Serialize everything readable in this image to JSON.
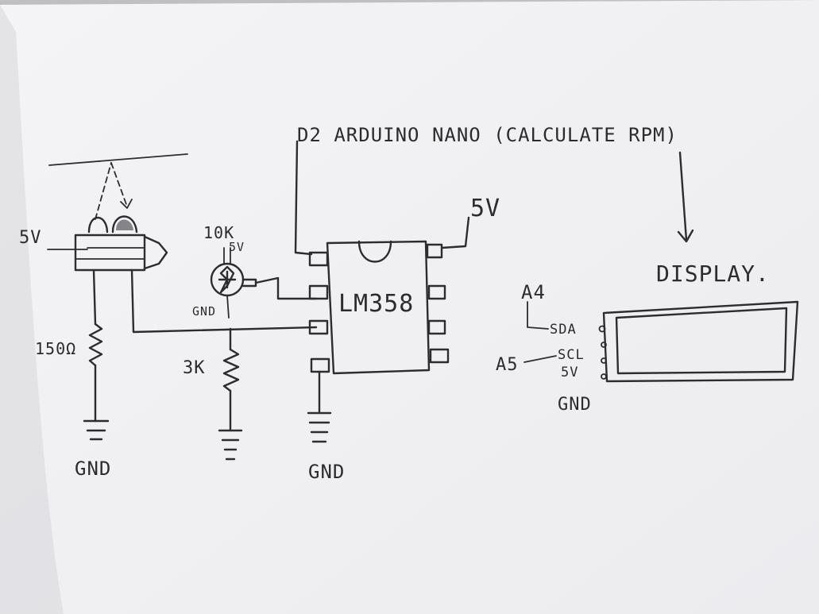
{
  "labels": {
    "arduino_note": "D2 ARDUINO NANO (CALCULATE RPM)",
    "supply_5v_sensor": "5V",
    "supply_5v_opamp": "5V",
    "pot_value": "10K",
    "pot_5v": "5V",
    "pot_gnd": "GND",
    "r_150": "150Ω",
    "r_3k": "3K",
    "ic": "LM358",
    "display": "DISPLAY.",
    "pin_a4": "A4",
    "pin_a5": "A5",
    "pin_sda": "SDA",
    "pin_scl": "SCL",
    "pin_5v": "5V",
    "pin_gnd": "GND",
    "gnd_1": "GND",
    "gnd_2": "GND"
  },
  "colors": {
    "paper": "#f3f3f5",
    "ink": "#2c2c31",
    "background": "#bfbfc1"
  }
}
